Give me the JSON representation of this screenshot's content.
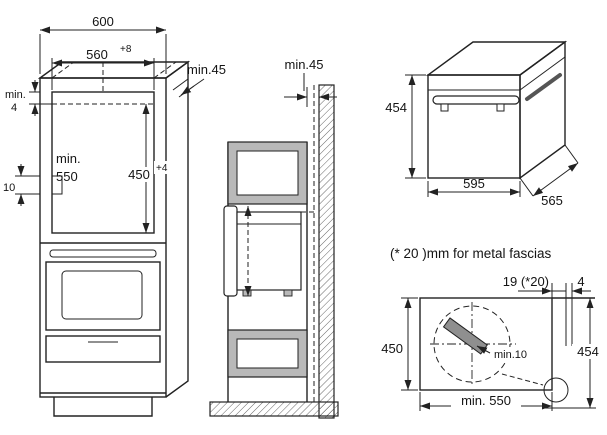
{
  "front_view": {
    "overall_width": "600",
    "niche_width": "560",
    "niche_width_tol": "+8",
    "top_gap_label": "min.",
    "top_gap_value": "4",
    "rail_offset": "10",
    "depth_label": "min.",
    "depth_value": "550",
    "niche_height": "450",
    "niche_height_tol": "+4",
    "wall_clearance": "min.45"
  },
  "section_view": {
    "wall_clearance": "min.45"
  },
  "appliance_view": {
    "height": "454",
    "width": "595",
    "depth": "565"
  },
  "detail_view": {
    "note": "(* 20 )mm for metal fascias",
    "fascia_width": "19 (*20)",
    "front_gap": "4",
    "niche_height": "450",
    "clearance": "min.10",
    "appliance_height": "454",
    "niche_depth": "min. 550"
  },
  "colors": {
    "line": "#222222",
    "panel_gray": "#b9b9b9",
    "background": "#ffffff"
  }
}
